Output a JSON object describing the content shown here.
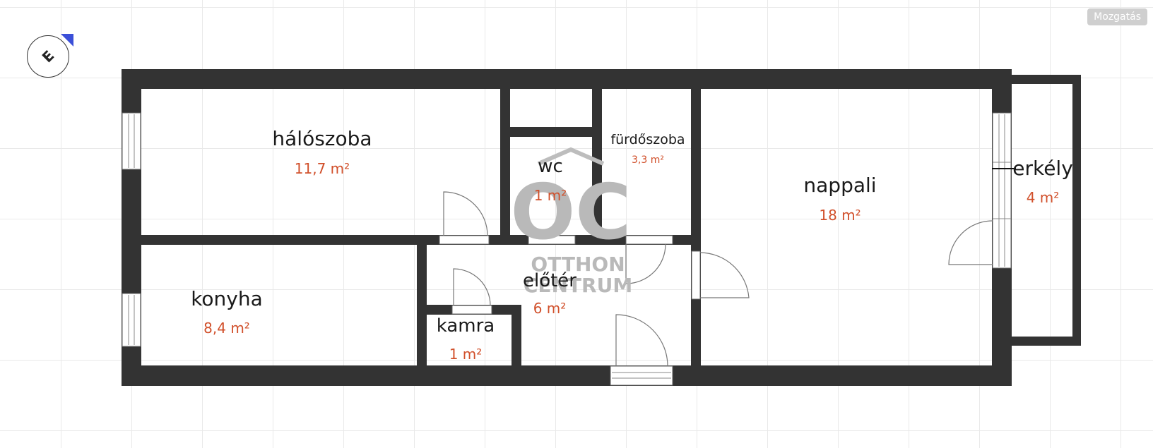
{
  "toolbar": {
    "mode_label": "Mozgatás"
  },
  "compass": {
    "letter": "E",
    "icon": "north-compass-icon",
    "marker_color": "#3b4fd8"
  },
  "watermark": {
    "monogram": "OC",
    "line1": "OTTHON",
    "line2": "CENTRUM"
  },
  "colors": {
    "wall": "#333333",
    "area_text": "#d1502b",
    "label_text": "#1a1a1a"
  },
  "rooms": {
    "haloszoba": {
      "name": "hálószoba",
      "area": "11,7 m²"
    },
    "wc": {
      "name": "wc",
      "area": "1 m²"
    },
    "furdoszoba": {
      "name": "fürdőszoba",
      "area": "3,3 m²"
    },
    "nappali": {
      "name": "nappali",
      "area": "18 m²"
    },
    "erkely": {
      "name": "erkély",
      "area": "4 m²"
    },
    "konyha": {
      "name": "konyha",
      "area": "8,4 m²"
    },
    "eloter": {
      "name": "előtér",
      "area": "6 m²"
    },
    "kamra": {
      "name": "kamra",
      "area": "1 m²"
    }
  }
}
